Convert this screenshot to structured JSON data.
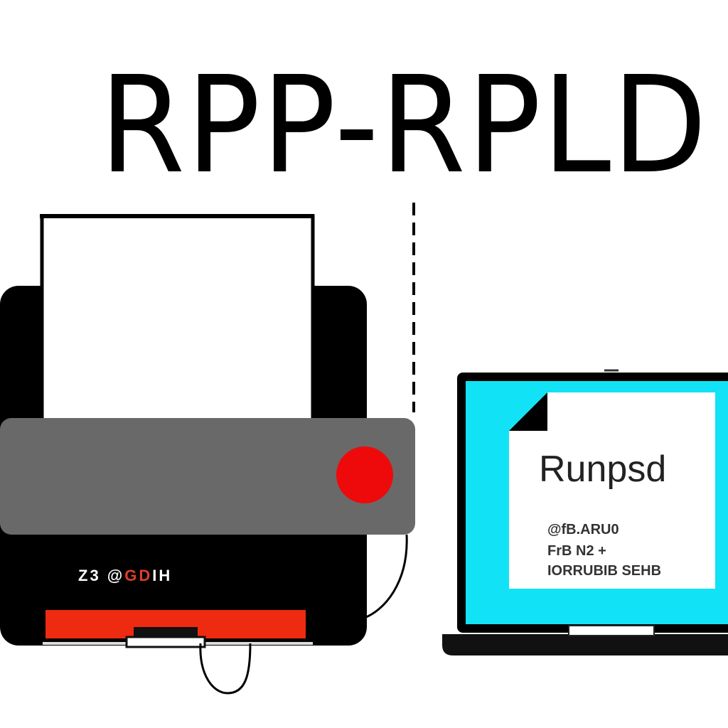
{
  "title": "RPP-RPLD",
  "printer": {
    "panel_text_a": "Z3 @",
    "panel_text_b": "GD",
    "panel_text_c": "IH",
    "body_color": "#000000",
    "band_color": "#696969",
    "button_color": "#ee0a0a",
    "tray_color": "#ee2a10",
    "paper_color": "#ffffff",
    "icons": [
      "power-button-icon",
      "paper-sheet-icon",
      "cable-icon"
    ]
  },
  "laptop": {
    "screen_color": "#11e2f5",
    "document": {
      "heading": "Runpsd",
      "lines": [
        "@fB.ARU0",
        "FrB N2 +",
        "IORRUBIB SEHB"
      ]
    },
    "icons": [
      "document-icon",
      "laptop-icon"
    ]
  }
}
